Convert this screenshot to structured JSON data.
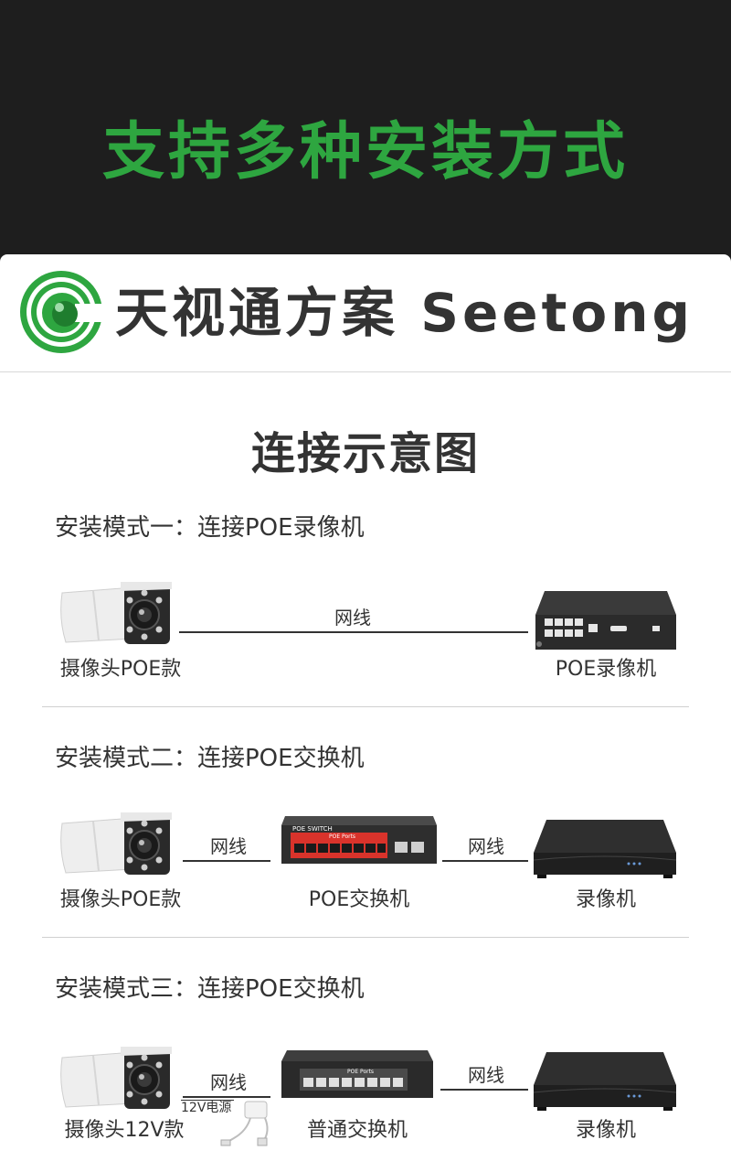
{
  "hero": {
    "title": "支持多种安装方式"
  },
  "brand": {
    "name": "天视通方案 Seetong"
  },
  "section": {
    "title": "连接示意图"
  },
  "modes": [
    {
      "title": "安装模式一：连接POE录像机",
      "camera_caption": "摄像头POE款",
      "cable_label": "网线",
      "recorder_caption": "POE录像机"
    },
    {
      "title": "安装模式二：连接POE交换机",
      "camera_caption": "摄像头POE款",
      "cable_label_1": "网线",
      "switch_caption": "POE交换机",
      "switch_brand": "POE SWITCH",
      "switch_ports_label": "POE Ports",
      "cable_label_2": "网线",
      "recorder_caption": "录像机"
    },
    {
      "title": "安装模式三：连接POE交换机",
      "camera_caption": "摄像头12V款",
      "cable_label_1": "网线",
      "power_label": "12V电源",
      "switch_caption": "普通交换机",
      "switch_ports_label": "POE Ports",
      "cable_label_2": "网线",
      "recorder_caption": "录像机"
    }
  ],
  "colors": {
    "hero_bg": "#1e1e1e",
    "accent_green": "#2ea640",
    "text": "#333333",
    "switch_red": "#d9332b"
  }
}
